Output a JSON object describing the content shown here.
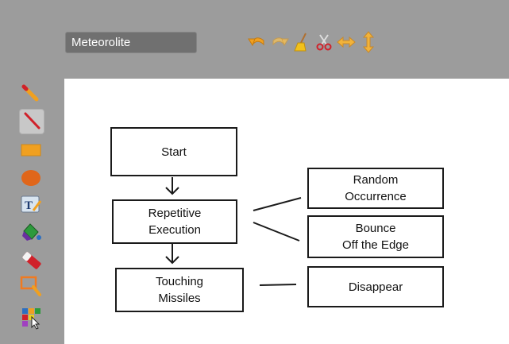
{
  "header": {
    "project_title": "Meteorolite"
  },
  "toolbar": {
    "buttons": [
      {
        "icon": "undo-icon"
      },
      {
        "icon": "redo-icon"
      },
      {
        "icon": "broom-icon"
      },
      {
        "icon": "scissors-icon"
      },
      {
        "icon": "resize-horizontal-icon"
      },
      {
        "icon": "resize-vertical-icon"
      }
    ]
  },
  "left_tools": [
    {
      "icon": "pencil-icon",
      "selected": false
    },
    {
      "icon": "line-icon",
      "selected": true
    },
    {
      "icon": "rectangle-icon",
      "selected": false
    },
    {
      "icon": "ellipse-icon",
      "selected": false
    },
    {
      "icon": "text-icon",
      "selected": false
    },
    {
      "icon": "fill-icon",
      "selected": false
    },
    {
      "icon": "eraser-icon",
      "selected": false
    },
    {
      "icon": "select-icon",
      "selected": false
    },
    {
      "icon": "palette-icon",
      "selected": false
    }
  ],
  "text_tool_label": "T",
  "colors": {
    "toolbar_bg": "#9c9c9c",
    "title_field_bg": "#707070",
    "canvas_bg": "#ffffff",
    "box_border": "#1a1a1a",
    "accent_orange": "#f0a020",
    "ellipse_color": "#e0661a"
  },
  "flowchart": {
    "start": {
      "line1": "Start"
    },
    "repetitive": {
      "line1": "Repetitive",
      "line2": "Execution"
    },
    "touching": {
      "line1": "Touching",
      "line2": "Missiles"
    },
    "random": {
      "line1": "Random",
      "line2": "Occurrence"
    },
    "bounce": {
      "line1": "Bounce",
      "line2": "Off the Edge"
    },
    "disappear": {
      "line1": "Disappear"
    }
  }
}
